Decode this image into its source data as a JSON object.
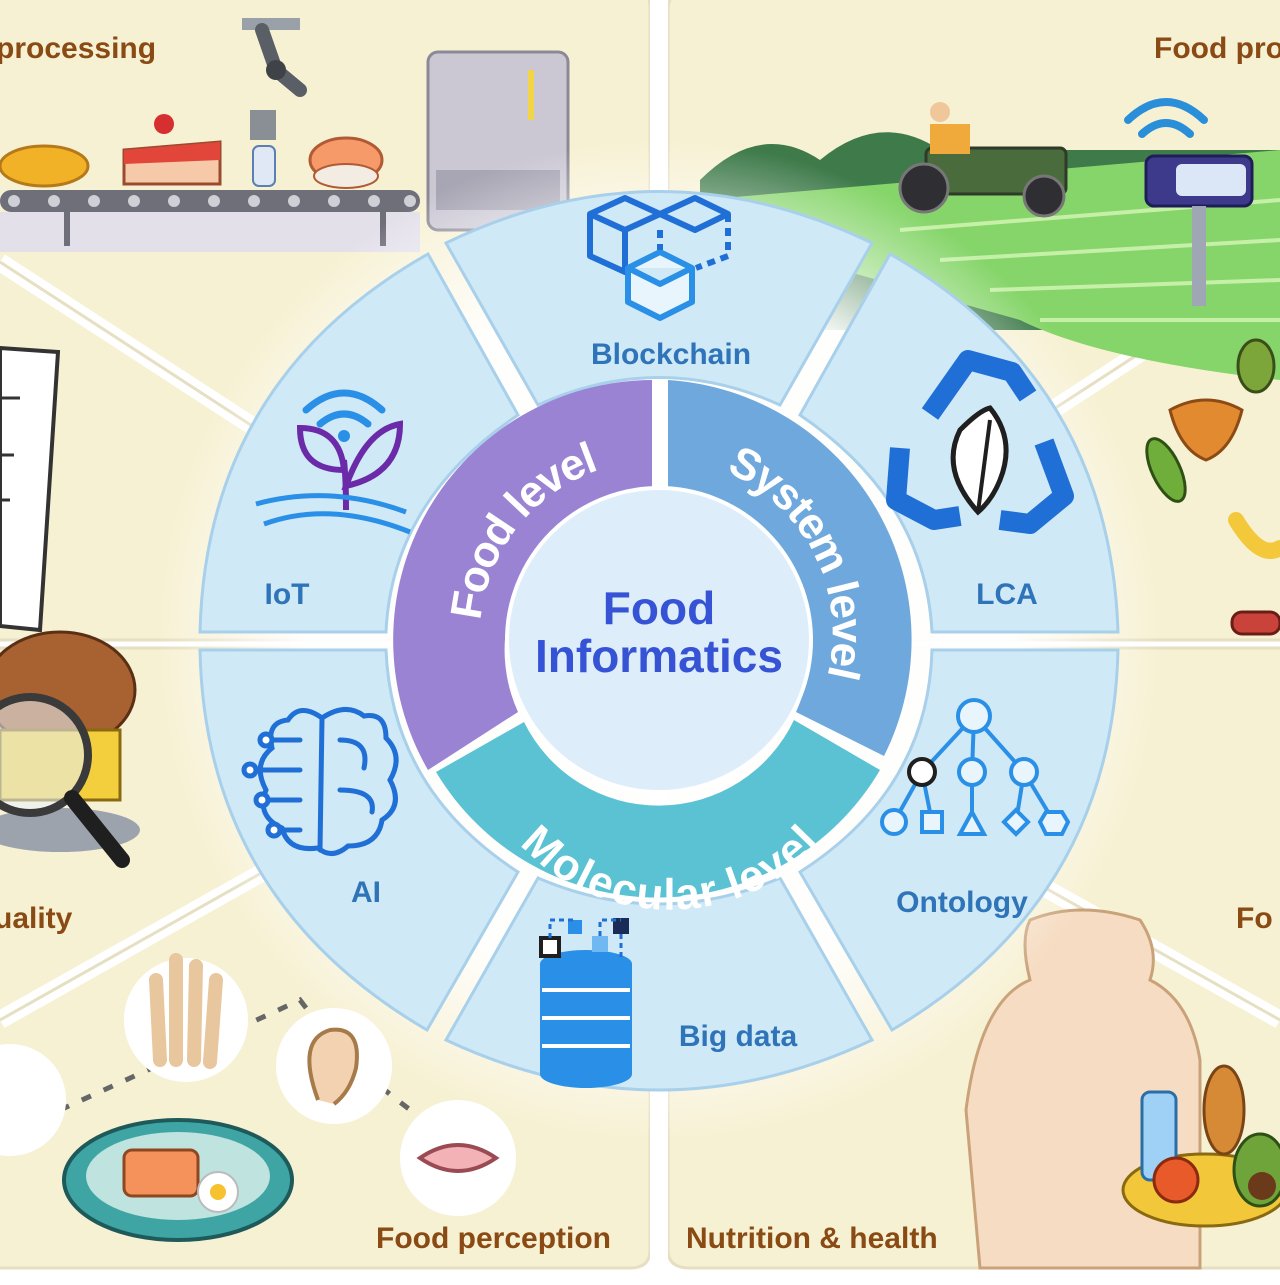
{
  "center": {
    "line1": "Food",
    "line2": "Informatics"
  },
  "inner_bands": {
    "food_level": "Food level",
    "system_level": "System level",
    "molecular_level": "Molecular level"
  },
  "ring_segments": {
    "blockchain": "Blockchain",
    "lca": "LCA",
    "ontology": "Ontology",
    "big_data": "Big data",
    "ai": "AI",
    "iot": "IoT"
  },
  "outer_panels": {
    "top_left": "processing",
    "top_right": "Food pro",
    "left": "uality",
    "right": "Fo",
    "bottom_left": "Food perception",
    "bottom_right": "Nutrition & health"
  },
  "colors": {
    "panel_bg": "#f7f1d4",
    "panel_border": "#e6dfc2",
    "ring_fill": "#cfe9f7",
    "ring_stroke": "#a8d0ea",
    "food_level": "#9b83d4",
    "system_level": "#6fa8dc",
    "molecular_level": "#5bc2d4",
    "center_fill": "#ddeefa",
    "label_blue": "#2f74b8",
    "label_brown": "#8a4a14",
    "icon_blue": "#1f6fd6"
  }
}
